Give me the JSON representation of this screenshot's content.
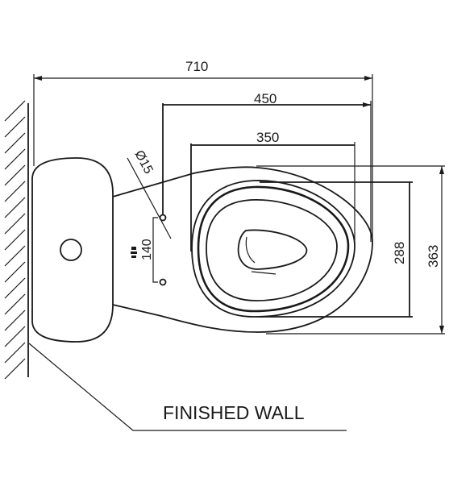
{
  "dimensions": {
    "overall_length": "710",
    "bowl_outer_length": "450",
    "bowl_inner_length": "350",
    "fixing_hole_diameter": "Ø15",
    "fixing_hole_spacing": "140",
    "bowl_inner_width": "288",
    "bowl_outer_width": "363"
  },
  "labels": {
    "wall": "FINISHED WALL"
  }
}
